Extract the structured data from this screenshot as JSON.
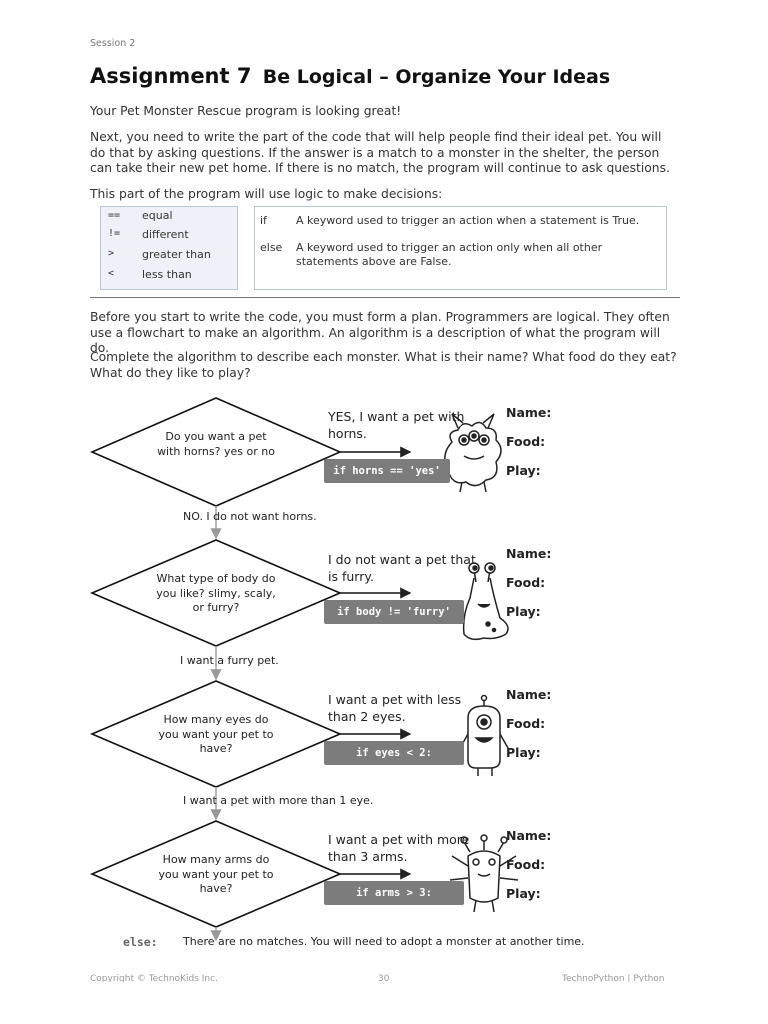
{
  "header": {
    "session": "Session 2"
  },
  "title": {
    "main": "Assignment 7",
    "sub": "Be Logical – Organize Your Ideas"
  },
  "intro": {
    "p1": "Your Pet Monster Rescue program is looking great!",
    "p2": "Next, you need to write the part of the code that will help people find their ideal pet. You will do that by asking questions. If the answer is a match to a monster in the shelter, the person can take their new pet home. If there is no match, the program will continue to ask questions.",
    "p3": "This part of the program will use logic to make decisions:"
  },
  "operators": [
    {
      "symbol": "==",
      "meaning": "equal"
    },
    {
      "symbol": "!=",
      "meaning": "different"
    },
    {
      "symbol": ">",
      "meaning": "greater than"
    },
    {
      "symbol": "<",
      "meaning": "less than"
    }
  ],
  "keywords": [
    {
      "word": "if",
      "desc": "A keyword used to trigger an action when a statement is True."
    },
    {
      "word": "else",
      "desc": "A keyword used to trigger an action only when all other statements above are False."
    }
  ],
  "plan": {
    "p1": "Before you start to write the code, you must form a plan. Programmers are logical. They often use a flowchart to make an algorithm. An algorithm is a description of what the program will do.",
    "p2": "Complete the algorithm to describe each monster. What is their name? What food do they eat? What do they like to play?"
  },
  "flow": [
    {
      "question": "Do you want a pet with horns? yes or no",
      "answer": "YES, I want a pet with horns.",
      "code": "if horns == 'yes'",
      "branch": "NO. I do not want horns."
    },
    {
      "question": "What type of body do you like? slimy, scaly, or furry?",
      "answer": "I do not want a pet that is furry.",
      "code": "if body != 'furry'",
      "branch": "I want a furry pet."
    },
    {
      "question": "How many eyes do you want your pet to have?",
      "answer": "I want a pet with less than 2 eyes.",
      "code": "if eyes < 2:",
      "branch": "I want a pet with more than 1 eye."
    },
    {
      "question": "How many arms do you want your pet to have?",
      "answer": "I want a pet with more than 3 arms.",
      "code": "if arms > 3:",
      "branch": ""
    }
  ],
  "labels": {
    "name": "Name:",
    "food": "Food:",
    "play": "Play:"
  },
  "else_row": {
    "keyword": "else:",
    "text": "There are no matches. You will need to adopt a monster at another time."
  },
  "footer": {
    "left": "Copyright © TechnoKids Inc.",
    "center": "30",
    "right": "TechnoPython | Python"
  }
}
